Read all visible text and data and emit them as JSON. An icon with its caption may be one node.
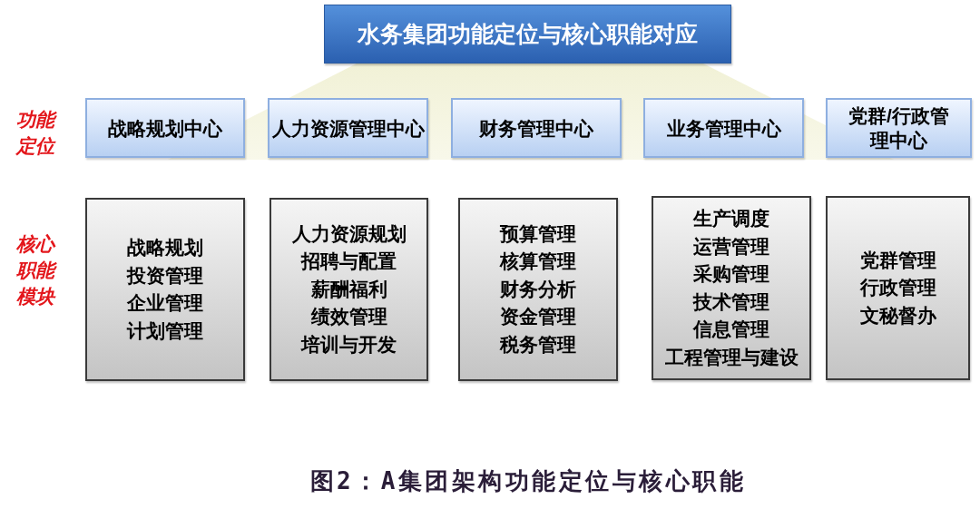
{
  "diagram": {
    "caption": "图2：A集团架构功能定位与核心职能",
    "nodes": [
      {
        "text": [
          "水务集团功能定位与核心职能对应"
        ]
      },
      {
        "text": [
          "战略规划中心"
        ]
      },
      {
        "text": [
          "人力资源管理中心"
        ]
      },
      {
        "text": [
          "财务管理中心"
        ]
      },
      {
        "text": [
          "业务管理中心"
        ]
      },
      {
        "text": [
          "党群/行政管理中心"
        ]
      },
      {
        "text": [
          "战略规划",
          "投资管理",
          "企业管理",
          "计划管理"
        ]
      },
      {
        "text": [
          "人力资源规划",
          "招聘与配置",
          "薪酬福利",
          "绩效管理",
          "培训与开发"
        ]
      },
      {
        "text": [
          "预算管理",
          "核算管理",
          "财务分析",
          "资金管理",
          "税务管理"
        ]
      },
      {
        "text": [
          "生产调度",
          "运营管理",
          "采购管理",
          "技术管理",
          "信息管理",
          "工程管理与建设"
        ]
      },
      {
        "text": [
          "党群管理",
          "行政管理",
          "文秘督办"
        ]
      }
    ],
    "labels": [
      "功能定位",
      "核心职能模块"
    ]
  }
}
